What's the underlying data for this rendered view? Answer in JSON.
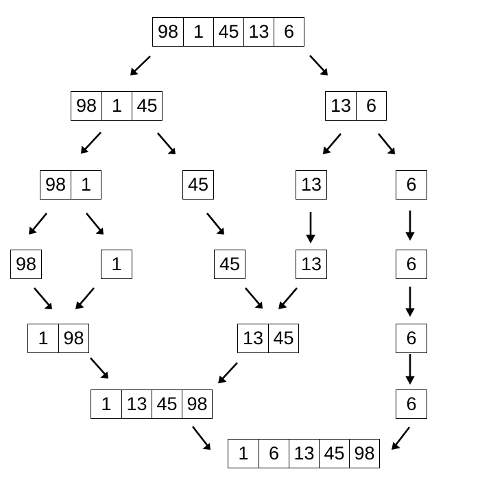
{
  "boxes": {
    "root": [
      "98",
      "1",
      "45",
      "13",
      "6"
    ],
    "l1": [
      "98",
      "1",
      "45"
    ],
    "r1": [
      "13",
      "6"
    ],
    "l2a": [
      "98",
      "1"
    ],
    "l2b": [
      "45"
    ],
    "r2a": [
      "13"
    ],
    "r2b": [
      "6"
    ],
    "l3a": [
      "98"
    ],
    "l3b": [
      "1"
    ],
    "l3c": [
      "45"
    ],
    "r3a": [
      "13"
    ],
    "r3b": [
      "6"
    ],
    "m1": [
      "1",
      "98"
    ],
    "m2": [
      "13",
      "45"
    ],
    "r4": [
      "6"
    ],
    "m3": [
      "1",
      "13",
      "45",
      "98"
    ],
    "r5": [
      "6"
    ],
    "final": [
      "1",
      "6",
      "13",
      "45",
      "98"
    ]
  },
  "edges": [
    [
      "root",
      "l1"
    ],
    [
      "root",
      "r1"
    ],
    [
      "l1",
      "l2a"
    ],
    [
      "l1",
      "l2b"
    ],
    [
      "r1",
      "r2a"
    ],
    [
      "r1",
      "r2b"
    ],
    [
      "l2a",
      "l3a"
    ],
    [
      "l2a",
      "l3b"
    ],
    [
      "l2b",
      "l3c"
    ],
    [
      "r2a",
      "r3a"
    ],
    [
      "r2b",
      "r3b"
    ],
    [
      "l3a",
      "m1"
    ],
    [
      "l3b",
      "m1"
    ],
    [
      "l3c",
      "m2"
    ],
    [
      "r3a",
      "m2"
    ],
    [
      "r3b",
      "r4"
    ],
    [
      "m1",
      "m3"
    ],
    [
      "m2",
      "m3"
    ],
    [
      "r4",
      "r5"
    ],
    [
      "m3",
      "final"
    ],
    [
      "r5",
      "final"
    ]
  ]
}
